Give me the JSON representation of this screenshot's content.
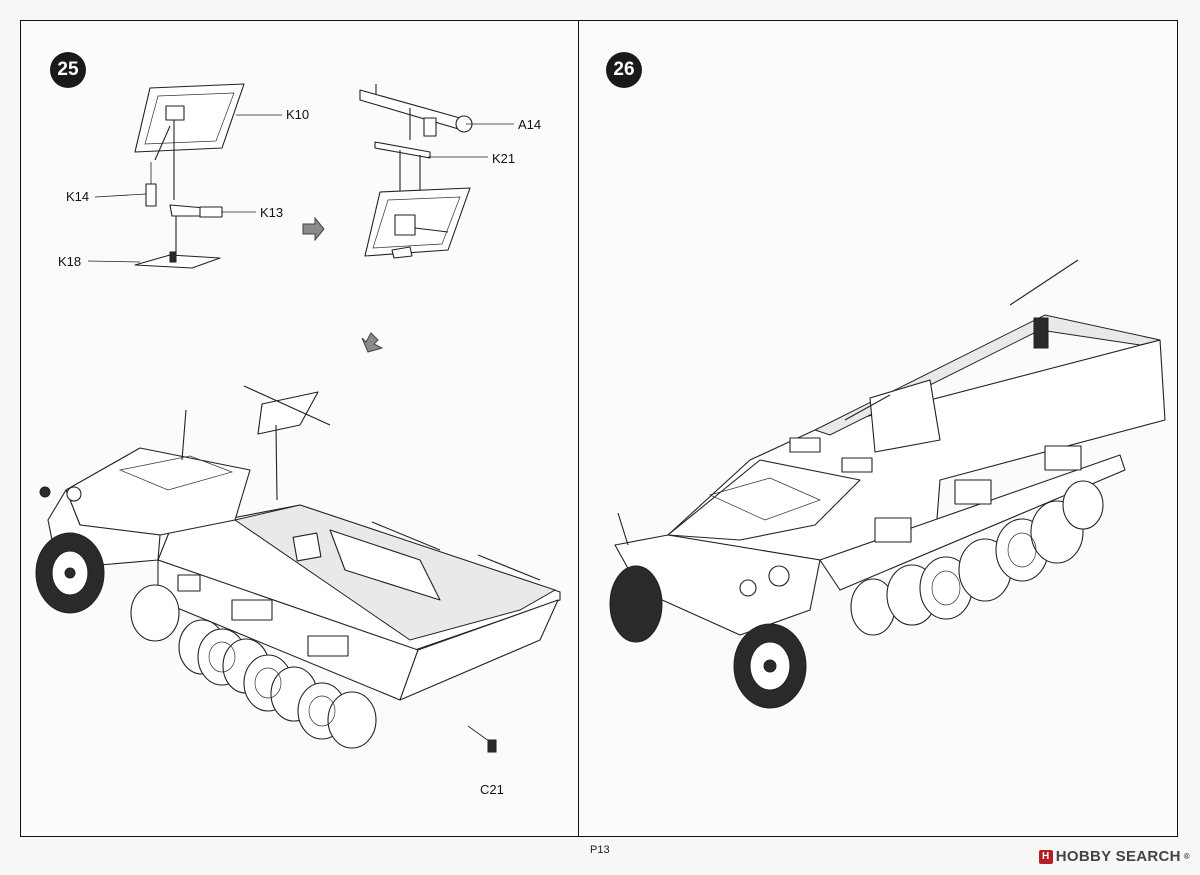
{
  "steps": [
    {
      "number": "25",
      "part_labels": [
        "K10",
        "A14",
        "K21",
        "K14",
        "K13",
        "K18",
        "C21"
      ]
    },
    {
      "number": "26",
      "part_labels": []
    }
  ],
  "footer": {
    "page_number": "P13",
    "watermark": "HOBBY SEARCH",
    "watermark_reg": "®",
    "watermark_icon": "H"
  }
}
